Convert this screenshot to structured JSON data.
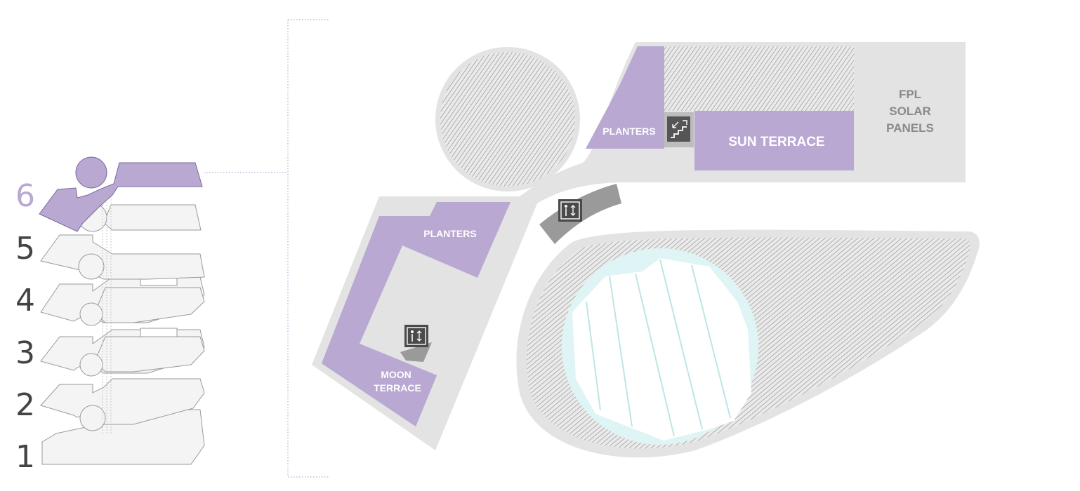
{
  "levels": {
    "items": [
      {
        "label": "6",
        "active": true
      },
      {
        "label": "5",
        "active": false
      },
      {
        "label": "4",
        "active": false
      },
      {
        "label": "3",
        "active": false
      },
      {
        "label": "2",
        "active": false
      },
      {
        "label": "1",
        "active": false
      }
    ]
  },
  "map": {
    "sun_terrace": "SUN TERRACE",
    "planters_top": "PLANTERS",
    "planters_left": "PLANTERS",
    "moon_terrace": [
      "MOON",
      "TERRACE"
    ],
    "solar_panels": [
      "FPL",
      "SOLAR",
      "PANELS"
    ]
  },
  "icons": {
    "stairs": "stairs-icon",
    "elevator_upper": "elevator-icon",
    "elevator_lower": "elevator-icon"
  },
  "colors": {
    "accent_purple": "#b8a8d2",
    "floor_grey": "#e3e3e3",
    "hatch_grey": "#8f8f8f",
    "atrium_glass": "#dff4f4",
    "icon_dark": "#555555",
    "active_level_text": "#b8a8d2"
  }
}
